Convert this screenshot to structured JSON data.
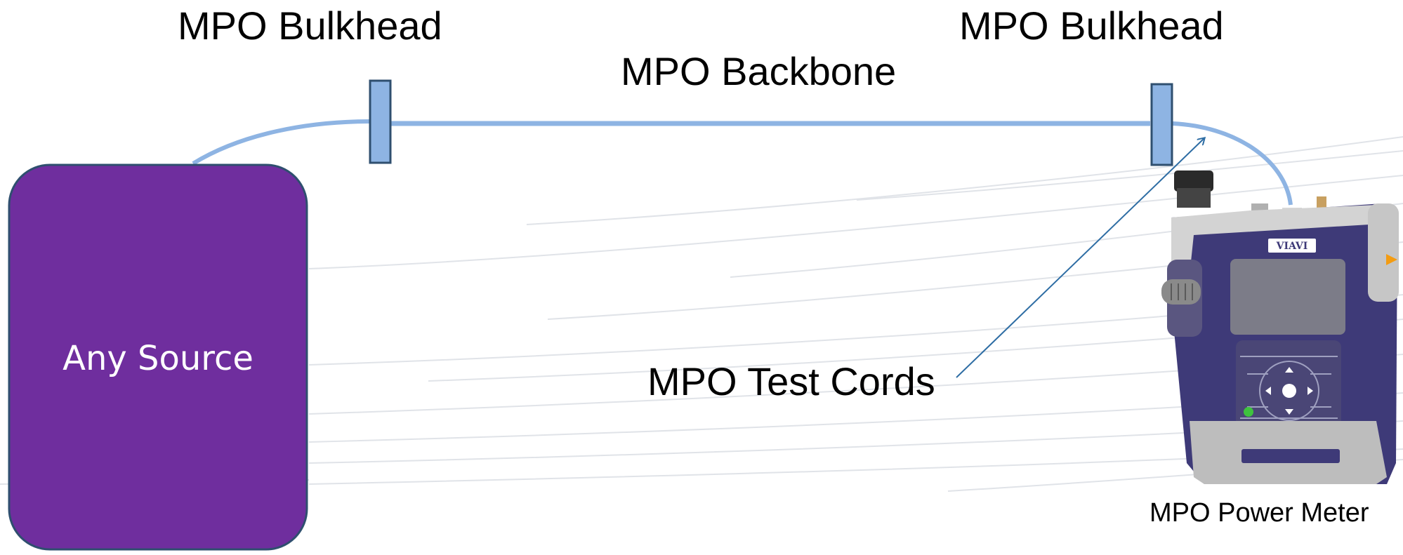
{
  "labels": {
    "bulkhead_left": "MPO Bulkhead",
    "bulkhead_right": "MPO Bulkhead",
    "backbone": "MPO Backbone",
    "test_cords": "MPO Test Cords",
    "source": "Any Source",
    "power_meter": "MPO Power Meter",
    "device_brand": "VIAVI"
  },
  "colors": {
    "source_fill": "#6f2e9e",
    "source_stroke": "#2f4f6f",
    "fiber": "#8eb4e3",
    "bulkhead_fill": "#8eb4e3",
    "bulkhead_stroke": "#2f4f6f",
    "arrow": "#2e6da4",
    "device_body": "#3e3a78",
    "device_bumper": "#c9c9c9",
    "led": "#3ec33e",
    "indicator": "#f39c12"
  }
}
